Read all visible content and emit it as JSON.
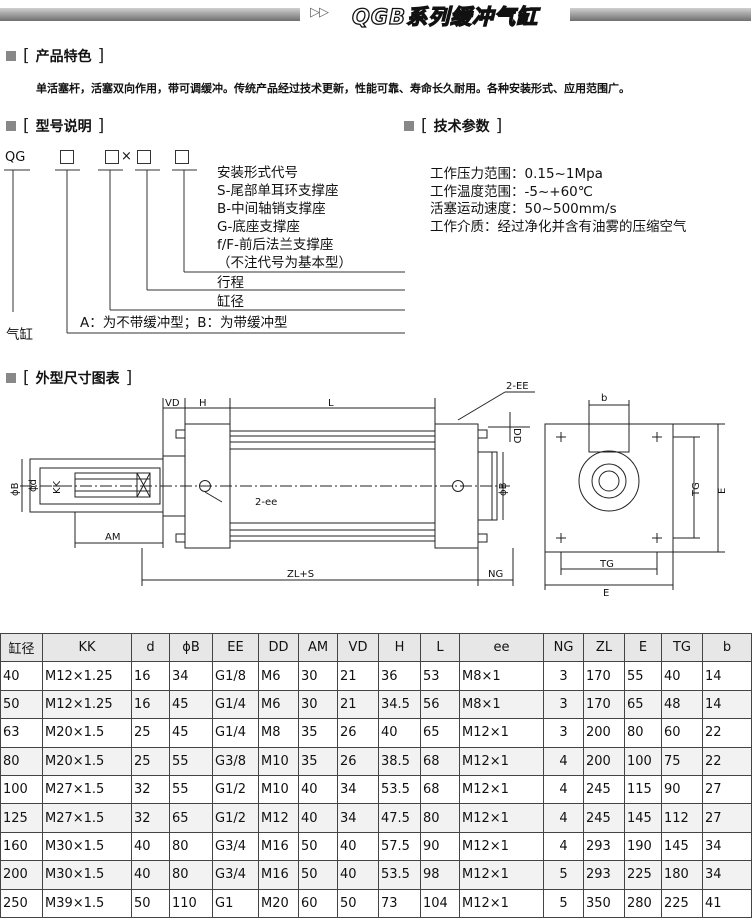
{
  "header": {
    "arrows": "▷▷",
    "title": "QGB系列缓冲气缸"
  },
  "features": {
    "heading": "产品特色",
    "text": "单活塞杆，活塞双向作用，带可调缓冲。传统产品经过技术更新，性能可靠、寿命长久耐用。各种安装形式、应用范围广。"
  },
  "model": {
    "heading": "型号说明",
    "prefix": "QG",
    "times": "×",
    "mount_lines": [
      "安装形式代号",
      "S-尾部单耳环支撑座",
      "B-中间轴销支撑座",
      "G-底座支撑座",
      "f/F-前后法兰支撑座",
      "（不注代号为基本型）"
    ],
    "stroke": "行程",
    "bore": "缸径",
    "cushion": "A：为不带缓冲型；B：为带缓冲型",
    "cylinder": "气缸"
  },
  "specs": {
    "heading": "技术参数",
    "lines": [
      "工作压力范围：0.15~1Mpa",
      "工作温度范围：-5~+60℃",
      "活塞运动速度：50~500mm/s",
      "工作介质：经过净化并含有油雾的压缩空气"
    ]
  },
  "drawing": {
    "heading": "外型尺寸图表",
    "labels": {
      "VD": "VD",
      "H": "H",
      "L": "L",
      "EE": "2-EE",
      "DD": "DD",
      "B": "ϕB",
      "KK": "KK",
      "d": "ϕd",
      "ee": "2-ee",
      "AM": "AM",
      "ZLS": "ZL+S",
      "NG": "NG",
      "b": "b",
      "TG": "TG",
      "E": "E"
    }
  },
  "table": {
    "headers": [
      "缸径",
      "KK",
      "d",
      "ϕB",
      "EE",
      "DD",
      "AM",
      "VD",
      "H",
      "L",
      "ee",
      "NG",
      "ZL",
      "E",
      "TG",
      "b"
    ],
    "rows": [
      [
        "40",
        "M12×1.25",
        "16",
        "34",
        "G1/8",
        "M6",
        "30",
        "21",
        "36",
        "53",
        "M8×1",
        "3",
        "170",
        "55",
        "40",
        "14"
      ],
      [
        "50",
        "M12×1.25",
        "16",
        "45",
        "G1/4",
        "M6",
        "30",
        "21",
        "34.5",
        "56",
        "M8×1",
        "3",
        "170",
        "65",
        "48",
        "14"
      ],
      [
        "63",
        "M20×1.5",
        "25",
        "45",
        "G1/4",
        "M8",
        "35",
        "26",
        "40",
        "65",
        "M12×1",
        "3",
        "200",
        "80",
        "60",
        "22"
      ],
      [
        "80",
        "M20×1.5",
        "25",
        "55",
        "G3/8",
        "M10",
        "35",
        "26",
        "38.5",
        "68",
        "M12×1",
        "4",
        "200",
        "100",
        "75",
        "22"
      ],
      [
        "100",
        "M27×1.5",
        "32",
        "55",
        "G1/2",
        "M10",
        "40",
        "34",
        "53.5",
        "68",
        "M12×1",
        "4",
        "245",
        "115",
        "90",
        "27"
      ],
      [
        "125",
        "M27×1.5",
        "32",
        "65",
        "G1/2",
        "M12",
        "40",
        "34",
        "47.5",
        "80",
        "M12×1",
        "4",
        "245",
        "145",
        "112",
        "27"
      ],
      [
        "160",
        "M30×1.5",
        "40",
        "80",
        "G3/4",
        "M16",
        "50",
        "40",
        "57.5",
        "90",
        "M12×1",
        "4",
        "293",
        "190",
        "145",
        "34"
      ],
      [
        "200",
        "M30×1.5",
        "40",
        "80",
        "G3/4",
        "M16",
        "50",
        "40",
        "53.5",
        "98",
        "M12×1",
        "5",
        "293",
        "225",
        "180",
        "34"
      ],
      [
        "250",
        "M39×1.5",
        "50",
        "110",
        "G1",
        "M20",
        "60",
        "50",
        "73",
        "104",
        "M12×1",
        "5",
        "350",
        "280",
        "225",
        "41"
      ]
    ]
  }
}
